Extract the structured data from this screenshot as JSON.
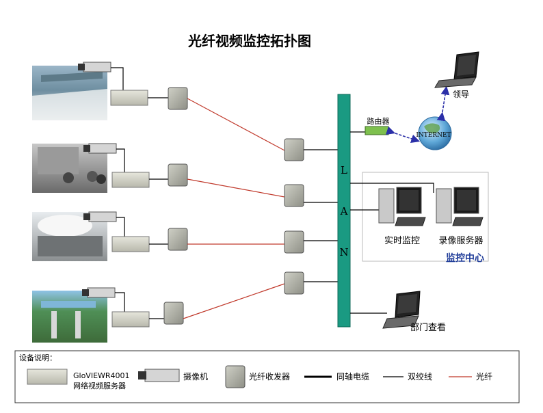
{
  "title": "光纤视频监控拓扑图",
  "lan_letters": [
    "L",
    "A",
    "N"
  ],
  "router_label": "路由器",
  "internet_label": "INTERNET",
  "leader_label": "领导",
  "realtime_label": "实时监控",
  "recorder_label": "录像服务器",
  "center_label": "监控中心",
  "dept_label": "部门查看",
  "legend": {
    "header": "设备说明：",
    "server_model": "GloVIEWR4001",
    "server_name": "网络视频服务器",
    "camera": "摄像机",
    "transceiver": "光纤收发器",
    "coax": "同轴电缆",
    "twisted": "双绞线",
    "fiber": "光纤"
  },
  "colors": {
    "lan_bar": "#1a9a82",
    "fiber": "#c0392b",
    "cable": "#000000",
    "arrow": "#2b2fa8",
    "center_text": "#1f3c99"
  }
}
